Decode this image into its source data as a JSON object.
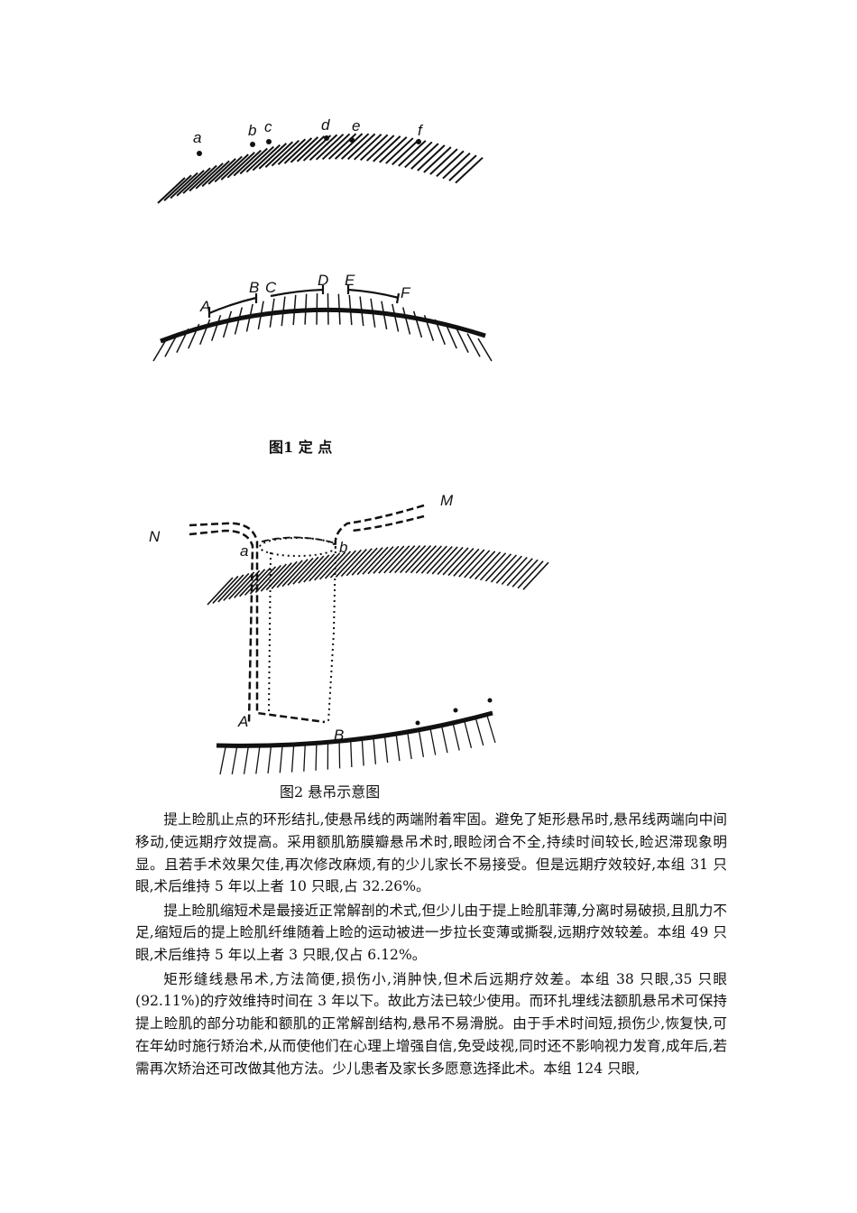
{
  "figure1": {
    "brow_points": [
      "a",
      "b",
      "c",
      "d",
      "e",
      "f"
    ],
    "lid_points": [
      "A",
      "B",
      "C",
      "D",
      "E",
      "F"
    ],
    "caption": "图1  定      点"
  },
  "figure2": {
    "labels": {
      "N": "N",
      "M": "M",
      "a": "a",
      "b": "b",
      "A": "A",
      "B": "B"
    },
    "caption": "图2   悬吊示意图"
  },
  "paragraphs": [
    "提上睑肌止点的环形结扎,使悬吊线的两端附着牢固。避免了矩形悬吊时,悬吊线两端向中间移动,使远期疗效提高。采用额肌筋膜瓣悬吊术时,眼睑闭合不全,持续时间较长,睑迟滞现象明显。且若手术效果欠佳,再次修改麻烦,有的少儿家长不易接受。但是远期疗效较好,本组 31 只眼,术后维持 5 年以上者 10 只眼,占 32.26%。",
    "提上睑肌缩短术是最接近正常解剖的术式,但少儿由于提上睑肌菲薄,分离时易破损,且肌力不足,缩短后的提上睑肌纤维随着上睑的运动被进一步拉长变薄或撕裂,远期疗效较差。本组 49 只眼,术后维持 5 年以上者 3 只眼,仅占 6.12%。",
    "矩形缝线悬吊术,方法简便,损伤小,消肿快,但术后远期疗效差。本组 38 只眼,35 只眼(92.11%)的疗效维持时间在 3 年以下。故此方法已较少使用。而环扎埋线法额肌悬吊术可保持提上睑肌的部分功能和额肌的正常解剖结构,悬吊不易滑脱。由于手术时间短,损伤少,恢复快,可在年幼时施行矫治术,从而使他们在心理上增强自信,免受歧视,同时还不影响视力发育,成年后,若需再次矫治还可改做其他方法。少儿患者及家长多愿意选择此术。本组 124 只眼,"
  ]
}
